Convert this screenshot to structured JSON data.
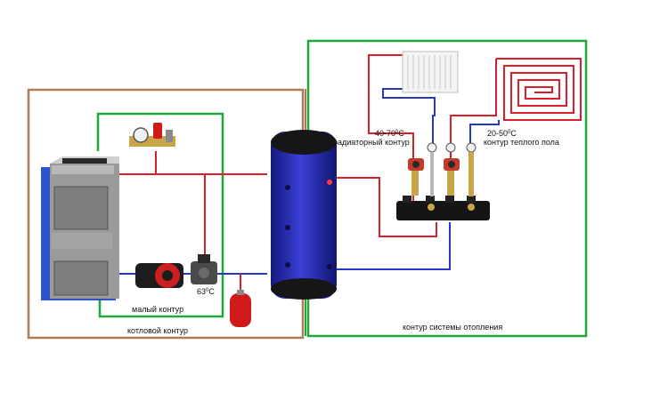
{
  "labels": {
    "radiator_temp_a": "40",
    "radiator_temp_b": "70",
    "radiator_temp_unit": "C",
    "radiator_circuit": "радиаторный контур",
    "floor_temp_a": "20",
    "floor_temp_b": "50",
    "floor_temp_unit": "C",
    "floor_circuit": "контур теплого пола",
    "valve_temp": "63",
    "valve_temp_unit": "C",
    "small_circuit": "малый контур",
    "boiler_circuit": "котловой контур",
    "heating_circuit": "контур системы отопления",
    "degree": "0",
    "dash": "-"
  },
  "colors": {
    "boiler_loop": "#b07a55",
    "heating_loop": "#22a83a",
    "small_loop": "#22a83a",
    "supply_pipe": "#d81e2a",
    "return_pipe": "#2238c8",
    "tank": "#2a2fb8",
    "boiler_blue": "#2c56c8",
    "boiler_grey": "#8e8e8e",
    "expansion_tank": "#d01a1a"
  },
  "icons": {
    "boiler": "solid-fuel-boiler-icon",
    "tank": "buffer-tank-icon",
    "pump": "circulation-pump-icon",
    "valve": "three-way-valve-icon",
    "expansion": "expansion-tank-icon",
    "safety": "safety-group-icon",
    "radiator": "radiator-icon",
    "floor": "underfloor-heating-icon",
    "manifold": "manifold-icon"
  }
}
